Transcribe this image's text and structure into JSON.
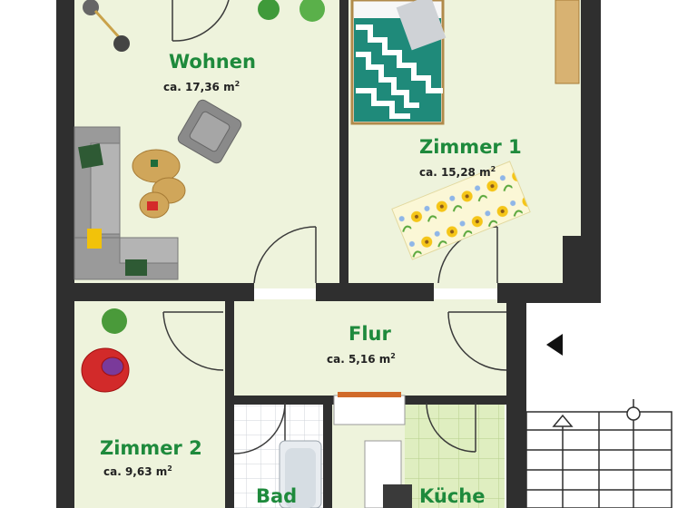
{
  "colors": {
    "wall": "#2f2f2f",
    "floor": "#eef3dc",
    "room_text": "#1e8a3c",
    "tile": "#ffffff",
    "kitchen_tile": "#dfeec0"
  },
  "rooms": [
    {
      "name": "Wohnen",
      "area": "ca. 17,36 m",
      "unit_exp": "2"
    },
    {
      "name": "Zimmer 1",
      "area": "ca. 15,28 m",
      "unit_exp": "2"
    },
    {
      "name": "Flur",
      "area": "ca. 5,16 m",
      "unit_exp": "2"
    },
    {
      "name": "Zimmer 2",
      "area": "ca. 9,63 m",
      "unit_exp": "2"
    },
    {
      "name": "Bad",
      "area": "",
      "unit_exp": ""
    },
    {
      "name": "Küche",
      "area": "",
      "unit_exp": ""
    }
  ],
  "icons": [
    "entrance-arrow-icon",
    "staircase-up-icon",
    "plant-icon",
    "armchair-icon",
    "floor-lamp-icon"
  ]
}
